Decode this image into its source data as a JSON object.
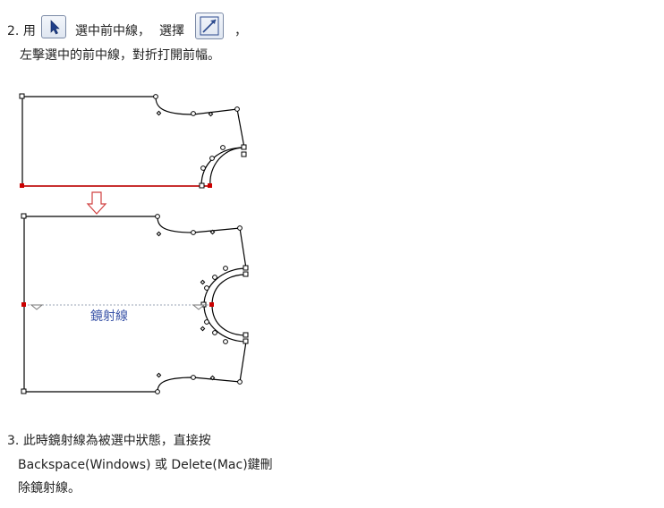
{
  "step2": {
    "number": "2.",
    "text_use": "用",
    "text_select_center": "選中前中線，",
    "text_choose": "選擇",
    "text_comma": "，",
    "line2": "左擊選中的前中線，對折打開前幅。"
  },
  "figure": {
    "mirror_label": "鏡射線",
    "colors": {
      "outline": "#000000",
      "selected": "#cc0000",
      "arrow": "#d04040",
      "mirror": "#9aa3b5",
      "label": "#3b55a8"
    }
  },
  "tools": {
    "select_icon": "arrow-select-icon",
    "mirror_icon": "mirror-tool-icon"
  },
  "step3": {
    "number": "3.",
    "line1": "此時鏡射線為被選中狀態，直接按",
    "line2": "Backspace(Windows) 或 Delete(Mac)鍵刪",
    "line3": "除鏡射線。"
  }
}
